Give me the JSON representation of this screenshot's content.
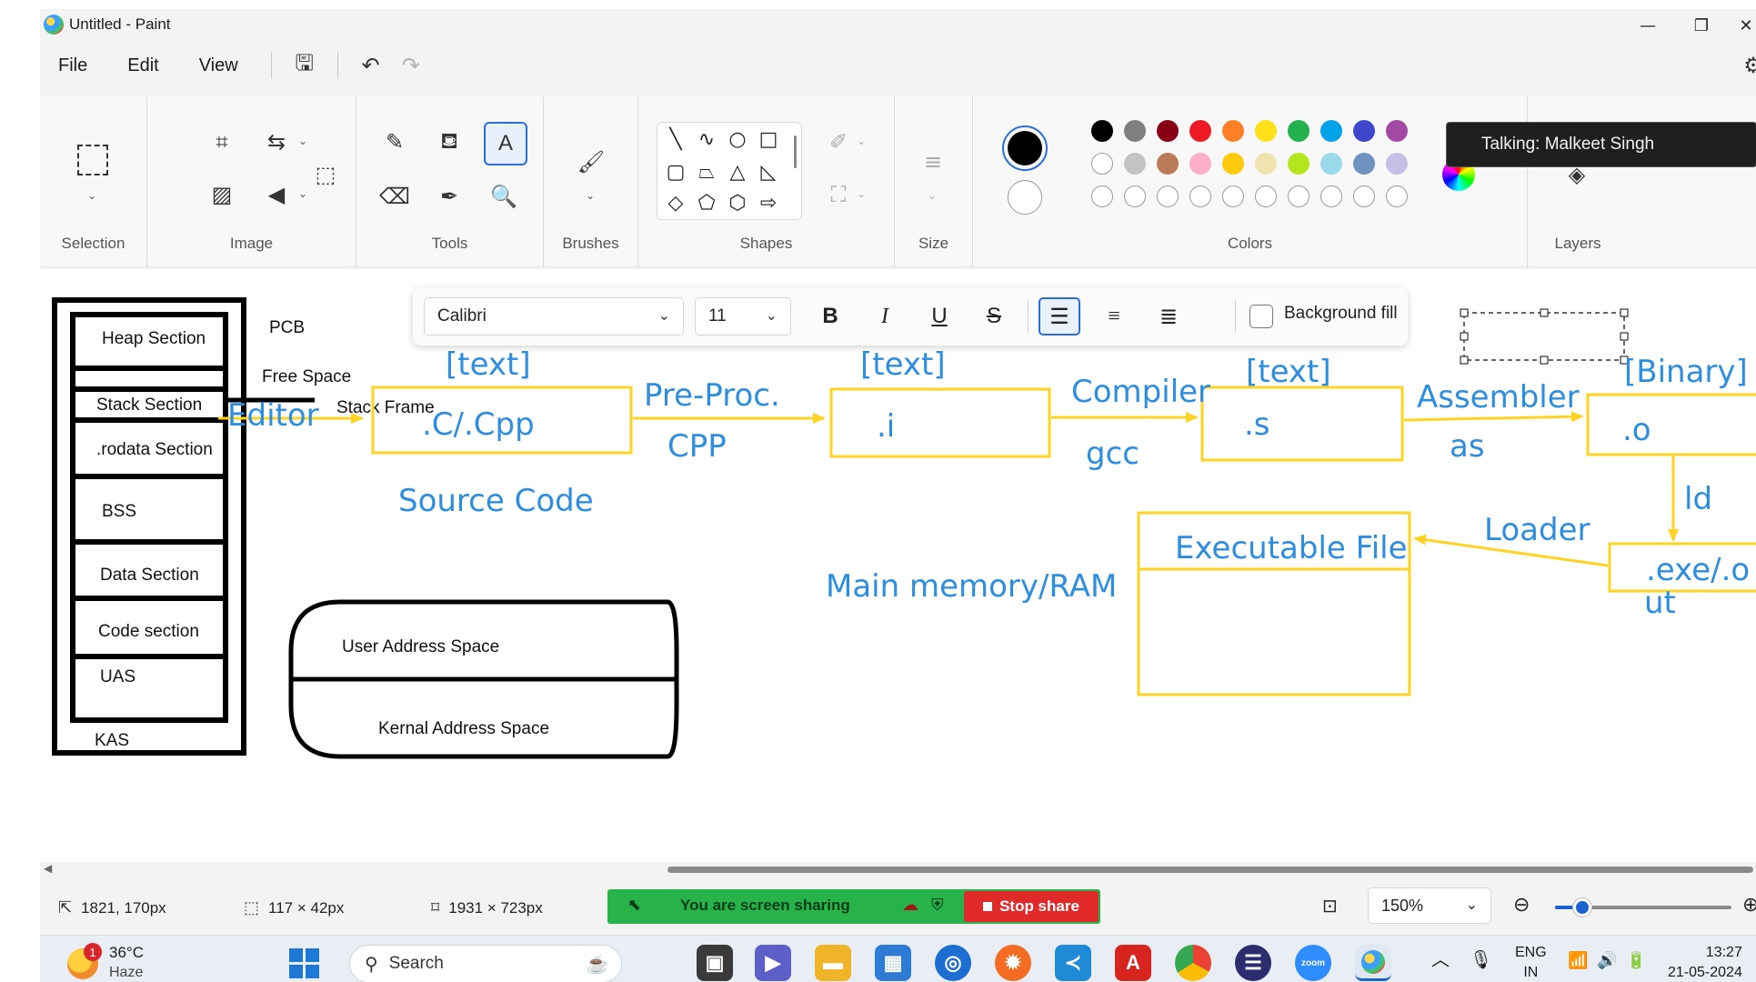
{
  "window": {
    "title": "Untitled - Paint"
  },
  "menu": {
    "file": "File",
    "edit": "Edit",
    "view": "View"
  },
  "ribbon": {
    "groups": {
      "selection": "Selection",
      "image": "Image",
      "tools": "Tools",
      "brushes": "Brushes",
      "shapes": "Shapes",
      "size": "Size",
      "colors": "Colors",
      "layers": "Layers"
    },
    "colors": {
      "primary": "#000000",
      "secondary": "#ffffff",
      "row1": [
        "#000000",
        "#7f7f7f",
        "#880015",
        "#ed1c24",
        "#ff7f27",
        "#ffe11a",
        "#22b14c",
        "#00a2e8",
        "#3f48cc",
        "#a349a4"
      ],
      "row2": [
        "#ffffff",
        "#c3c3c3",
        "#b97a57",
        "#ffaec9",
        "#ffc90e",
        "#efe4b0",
        "#b5e61d",
        "#99d9ea",
        "#7092be",
        "#c8bfe7"
      ]
    }
  },
  "tooltip": {
    "talking": "Talking: Malkeet Singh"
  },
  "text_toolbar": {
    "font": "Calibri",
    "size": "11",
    "bold": "B",
    "italic": "I",
    "underline": "U",
    "strike": "S",
    "background_fill": "Background fill"
  },
  "drawing": {
    "memory_layout": {
      "sections": [
        "Heap Section",
        "Stack Section",
        ".rodata Section",
        "BSS",
        "Data Section",
        "Code section"
      ],
      "pcb": "PCB",
      "free_space": "Free Space",
      "stack_frame": "Stack Frame",
      "uas": "UAS",
      "kas": "KAS"
    },
    "address_space": {
      "user": "User Address Space",
      "kernel": "Kernal Address Space"
    },
    "pipeline": {
      "editor": "Editor",
      "text1": "[text]",
      "c_cpp": ".C/.Cpp",
      "source_code": "Source Code",
      "preproc": "Pre-Proc.",
      "cpp": "CPP",
      "text2": "[text]",
      "i": ".i",
      "compiler": "Compiler",
      "gcc": "gcc",
      "text3": "[text]",
      "s": ".s",
      "assembler": "Assembler",
      "as": "as",
      "binary": "[Binary]",
      "o": ".o",
      "ld": "ld",
      "exe_line1": ".exe/.o",
      "exe_line2": "ut",
      "loader": "Loader",
      "executable_file": "Executable File",
      "main_memory": "Main memory/RAM"
    }
  },
  "status": {
    "cursor_pos": "1821, 170px",
    "selection_size": "117 × 42px",
    "canvas_size": "1931 × 723px",
    "sharing": "You are screen sharing",
    "stop_share": "Stop share",
    "zoom": "150%"
  },
  "taskbar": {
    "weather_temp": "36°C",
    "weather_desc": "Haze",
    "weather_badge": "1",
    "search": "Search",
    "zoom_label": "zoom",
    "lang1": "ENG",
    "lang2": "IN",
    "time": "13:27",
    "date": "21-05-2024"
  }
}
